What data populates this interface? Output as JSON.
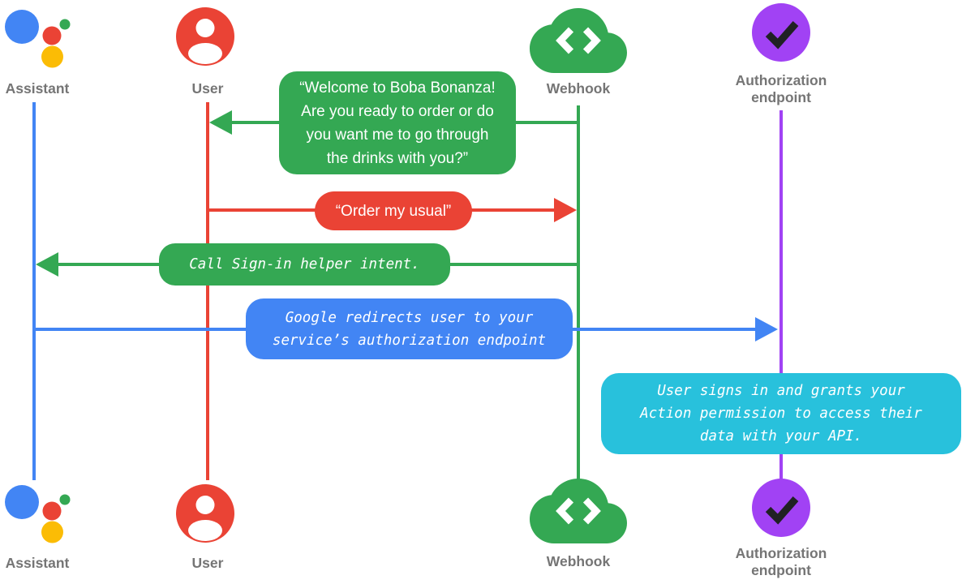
{
  "colors": {
    "blue": "#4285F4",
    "red": "#EA4335",
    "green": "#34A853",
    "yellow": "#FBBC05",
    "purple": "#A142F4",
    "cyan": "#28C1DC",
    "label_gray": "#757575",
    "check_dark": "#202124"
  },
  "actors": [
    {
      "id": "assistant",
      "label": "Assistant"
    },
    {
      "id": "user",
      "label": "User"
    },
    {
      "id": "webhook",
      "label": "Webhook"
    },
    {
      "id": "auth",
      "label": "Authorization\nendpoint"
    }
  ],
  "messages": [
    {
      "id": "welcome",
      "from": "Webhook",
      "to": "User",
      "style": "speech",
      "color": "#34A853",
      "text": "“Welcome to Boba Bonanza!\nAre you ready to order or do\nyou want me to go through\nthe drinks with you?”"
    },
    {
      "id": "order",
      "from": "User",
      "to": "Webhook",
      "style": "speech",
      "color": "#EA4335",
      "text": "“Order my usual”"
    },
    {
      "id": "signin",
      "from": "Webhook",
      "to": "Assistant",
      "style": "code",
      "color": "#34A853",
      "text": "Call Sign-in helper intent."
    },
    {
      "id": "redirect",
      "from": "Assistant",
      "to": "Authorization endpoint",
      "style": "code",
      "color": "#4285F4",
      "text": "Google redirects user to your\nservice’s authorization endpoint"
    },
    {
      "id": "grant",
      "from": "Authorization endpoint",
      "to": "Authorization endpoint",
      "style": "code",
      "color": "#28C1DC",
      "text": "User signs in and grants your\nAction permission to access their\ndata with your API."
    }
  ]
}
